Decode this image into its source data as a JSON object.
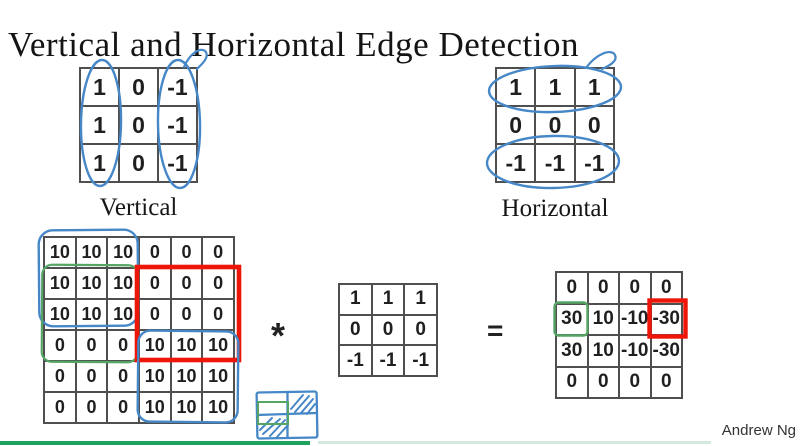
{
  "title": "Vertical and Horizontal Edge Detection",
  "filters": {
    "vertical": {
      "label": "Vertical",
      "rows": [
        [
          1,
          0,
          -1
        ],
        [
          1,
          0,
          -1
        ],
        [
          1,
          0,
          -1
        ]
      ]
    },
    "horizontal": {
      "label": "Horizontal",
      "rows": [
        [
          1,
          1,
          1
        ],
        [
          0,
          0,
          0
        ],
        [
          -1,
          -1,
          -1
        ]
      ]
    }
  },
  "convolution": {
    "operator": "*",
    "equals": "=",
    "input": {
      "rows": [
        [
          10,
          10,
          10,
          0,
          0,
          0
        ],
        [
          10,
          10,
          10,
          0,
          0,
          0
        ],
        [
          10,
          10,
          10,
          0,
          0,
          0
        ],
        [
          0,
          0,
          0,
          10,
          10,
          10
        ],
        [
          0,
          0,
          0,
          10,
          10,
          10
        ],
        [
          0,
          0,
          0,
          10,
          10,
          10
        ]
      ]
    },
    "kernel": {
      "rows": [
        [
          1,
          1,
          1
        ],
        [
          0,
          0,
          0
        ],
        [
          -1,
          -1,
          -1
        ]
      ]
    },
    "output": {
      "rows": [
        [
          0,
          0,
          0,
          0
        ],
        [
          30,
          10,
          -10,
          -30
        ],
        [
          30,
          10,
          -10,
          -30
        ],
        [
          0,
          0,
          0,
          0
        ]
      ]
    }
  },
  "footer": {
    "author": "Andrew Ng"
  },
  "colors": {
    "annot-blue": "#4687c7",
    "annot-green": "#56a565",
    "annot-red": "#ee1509",
    "grid-line": "#4f4f4f",
    "ink": "#1f1f1f",
    "bar-dark": "#1fa160",
    "bar-light": "#d5eadf"
  }
}
